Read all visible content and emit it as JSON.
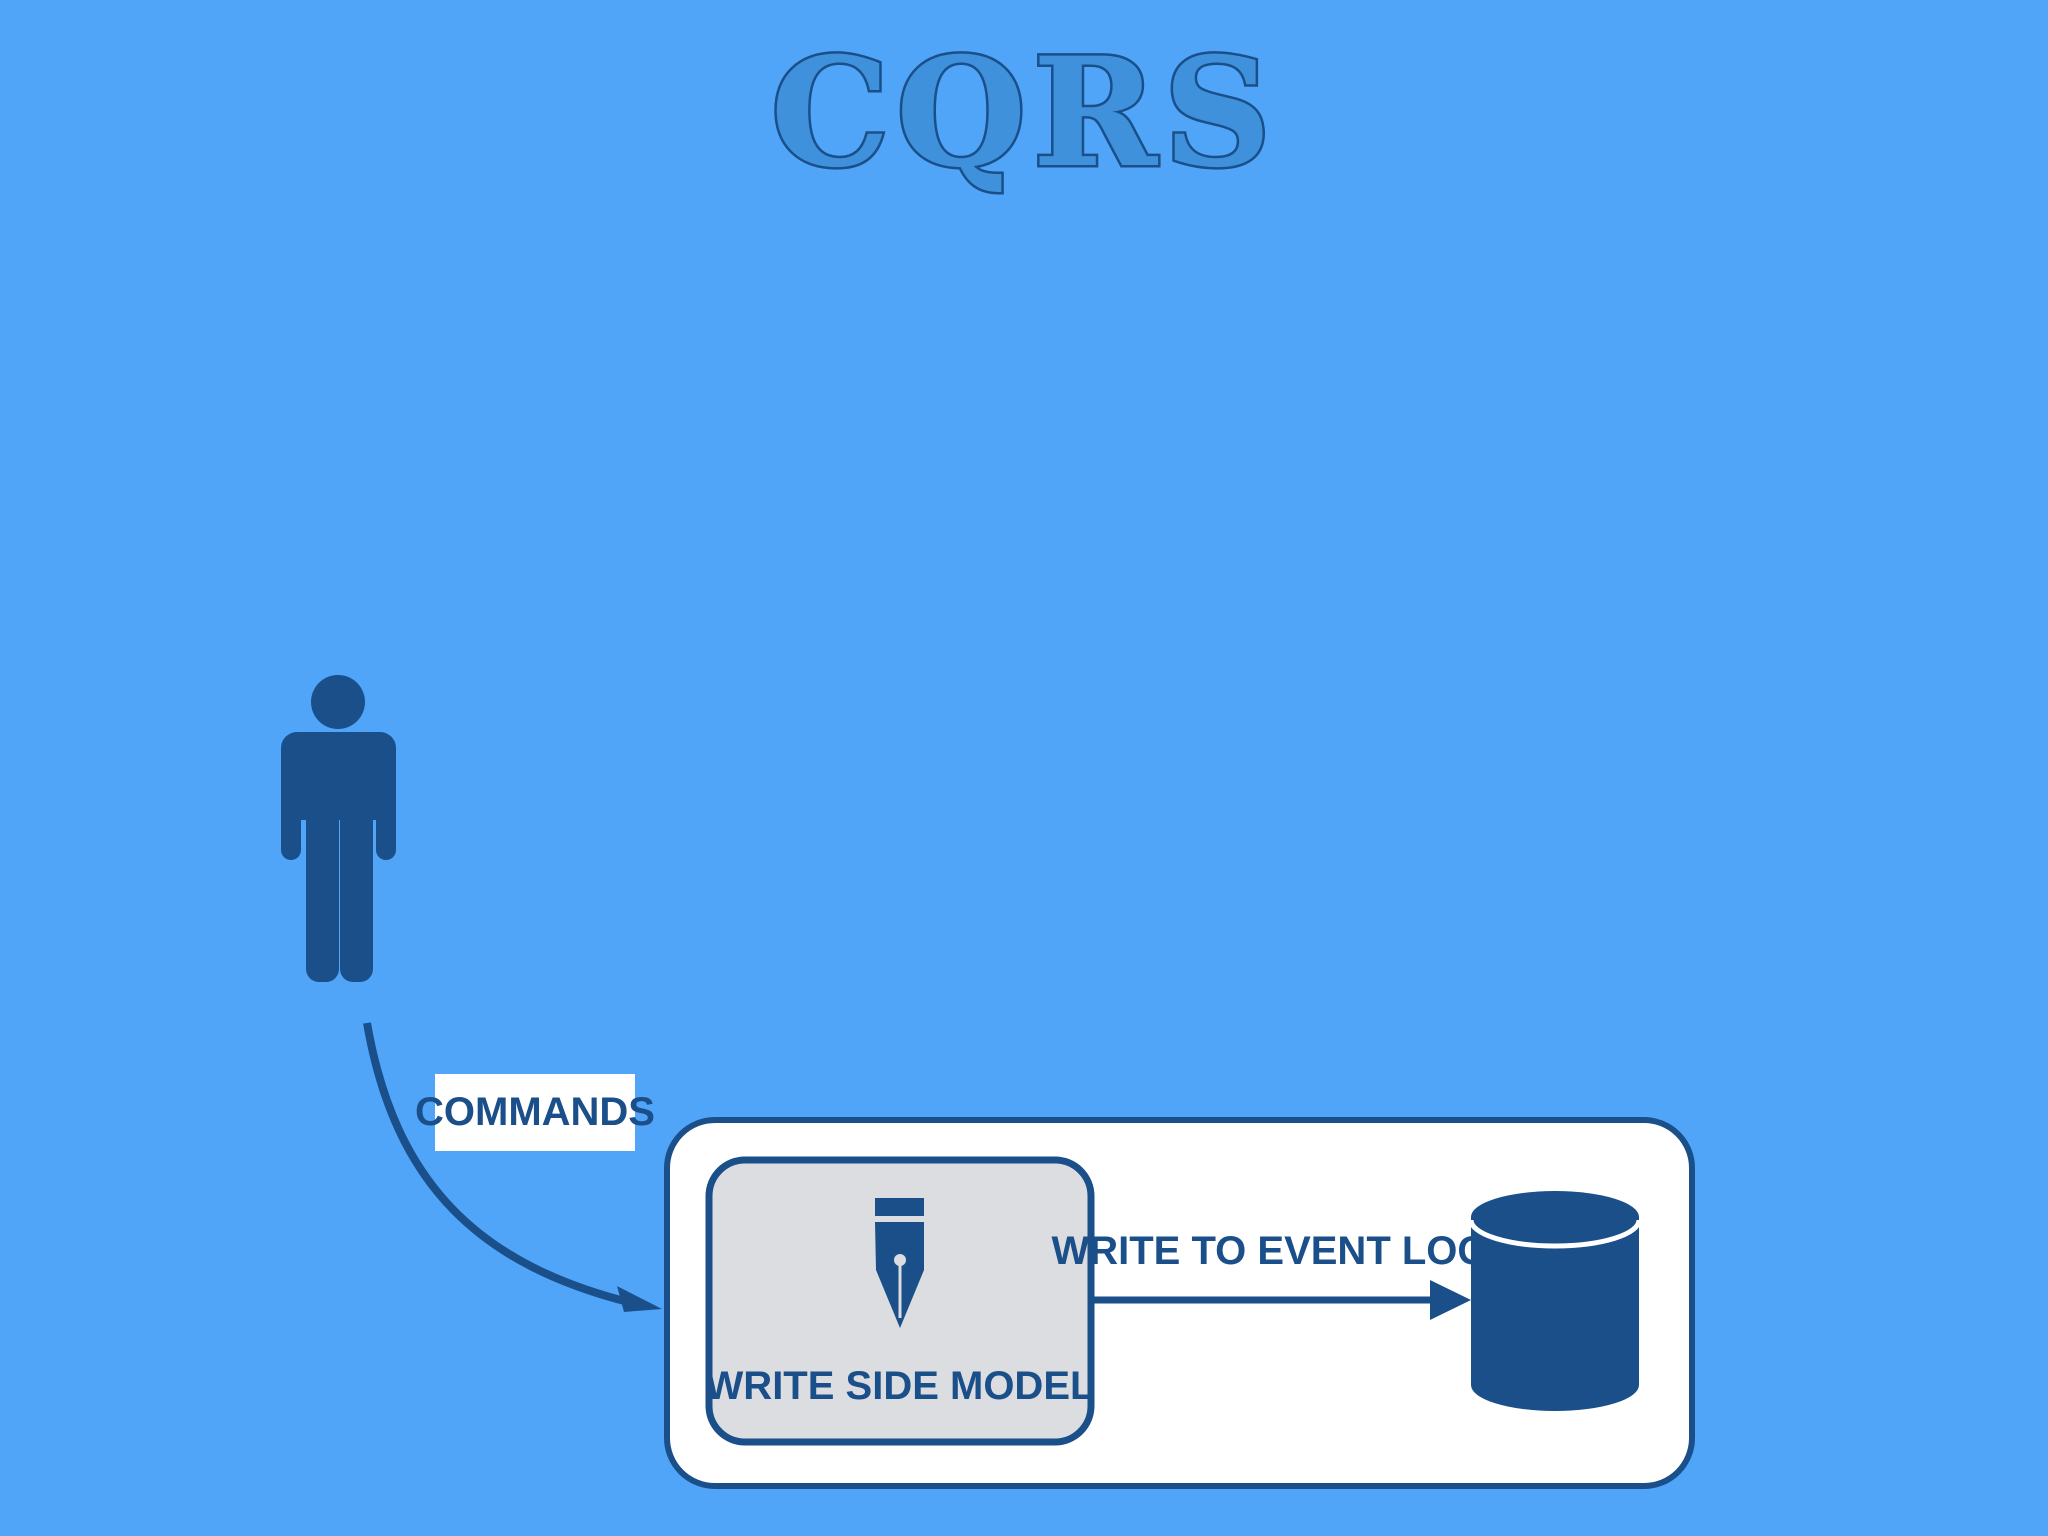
{
  "title": "CQRS",
  "labels": {
    "commands": "COMMANDS",
    "write_to_event_log": "WRITE TO EVENT LOG",
    "write_side_model": "WRITE SIDE MODEL"
  },
  "icons": {
    "user": "person-icon",
    "model": "fountain-pen-icon",
    "storage": "database-cylinder-icon"
  },
  "colors": {
    "background": "#50a5f8",
    "primary": "#1a4f8a",
    "title_fill": "#3d8fd8",
    "container_fill": "#ffffff",
    "model_box_fill": "#dcdde0"
  }
}
